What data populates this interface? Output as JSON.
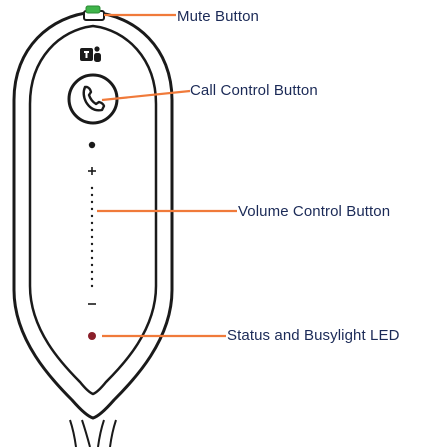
{
  "labels": {
    "mute": "Mute Button",
    "call_control": "Call Control Button",
    "volume_control": "Volume Control Button",
    "status_led": "Status and Busylight LED"
  },
  "volume_symbols": {
    "plus": "+",
    "minus": "-"
  },
  "colors": {
    "callout_line": "#f07a3a",
    "label_text": "#1b2a57",
    "mute_button": "#3fb44a",
    "status_led": "#8a1f2a",
    "outline": "#1a1a1a"
  },
  "icons": {
    "logo": "teams-logo-icon",
    "call": "phone-handset-icon"
  }
}
